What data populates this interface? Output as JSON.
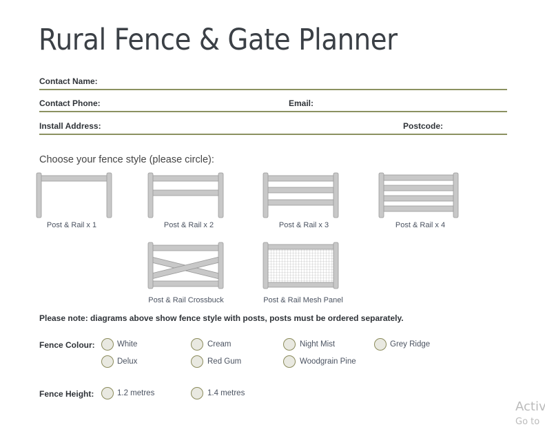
{
  "title": "Rural Fence & Gate Planner",
  "fields": {
    "contact_name": "Contact Name:",
    "contact_phone": "Contact Phone:",
    "email": "Email:",
    "install_address": "Install Address:",
    "postcode": "Postcode:"
  },
  "style_prompt": "Choose your fence style (please circle):",
  "styles": [
    "Post & Rail x 1",
    "Post & Rail x 2",
    "Post & Rail x 3",
    "Post & Rail x 4",
    "Post & Rail Crossbuck",
    "Post & Rail Mesh Panel"
  ],
  "note": "Please note: diagrams above show fence style with posts, posts must be ordered separately.",
  "colour": {
    "label": "Fence Colour:",
    "options": [
      "White",
      "Cream",
      "Night Mist",
      "Grey Ridge",
      "Delux",
      "Red Gum",
      "Woodgrain Pine"
    ]
  },
  "height": {
    "label": "Fence Height:",
    "options": [
      "1.2 metres",
      "1.4 metres"
    ]
  },
  "watermark": {
    "line1": "Activ",
    "line2": "Go to"
  },
  "colors": {
    "rule": "#8b9160",
    "fence": "#c8c8c8",
    "radio_border": "#8a8a5a"
  }
}
